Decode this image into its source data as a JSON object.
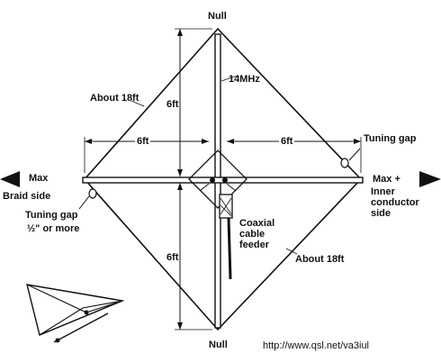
{
  "labels": {
    "null_top": "Null",
    "null_bottom": "Null",
    "freq": "14MHz",
    "side_top_left": "About 18ft",
    "side_bottom_right": "About 18ft",
    "dim_upper_left": "6ft",
    "dim_lower_left": "6ft",
    "dim_horiz_left": "6ft",
    "dim_horiz_right": "6ft",
    "tuning_gap_right": "Tuning gap",
    "max_left": "Max",
    "braid_side": "Braid side",
    "tuning_gap_left": "Tuning gap",
    "gap_size": "½\" or more",
    "max_right": "Max +",
    "inner_conductor": "Inner conductor side",
    "coax": "Coaxial cable feeder",
    "url": "http://www.qsl.net/va3iul"
  }
}
